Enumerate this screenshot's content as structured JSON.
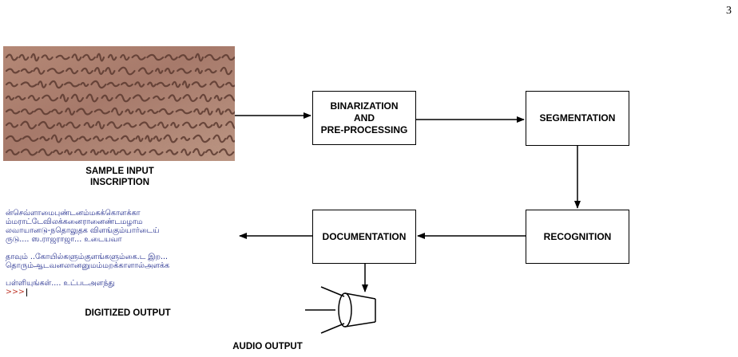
{
  "page_number": "3",
  "input": {
    "caption_line1": "SAMPLE INPUT",
    "caption_line2": "INSCRIPTION"
  },
  "blocks": {
    "binarization": [
      "BINARIZATION",
      "AND",
      "PRE-PROCESSING"
    ],
    "segmentation": "SEGMENTATION",
    "recognition": "RECOGNITION",
    "documentation": "DOCUMENTATION"
  },
  "digitized": {
    "lines_group1": [
      "ன்செவ்ளாமைபுண்டனம்மகக்கொளக்கா",
      "ம்மராட்டேவிலக்கனைரானைண்டமழாம",
      "லவாயானடு-நதொலுதக விளங்கும்யார்டைய்",
      "ருடு.... ஸ.ராஜராஜா... உடையவா"
    ],
    "lines_group2": [
      "தாவும் ..கோயில்களும்குளங்களும்கை.ட இற...",
      "தொரும்ஆடவனலானனுமம்மறக்காளால்அளக்க"
    ],
    "lines_group3": [
      "பள்ளியுங்கள்.... உட்படஅளந்து"
    ],
    "prompt": ">>>",
    "caption": "DIGITIZED OUTPUT"
  },
  "audio": {
    "caption": "AUDIO OUTPUT"
  }
}
